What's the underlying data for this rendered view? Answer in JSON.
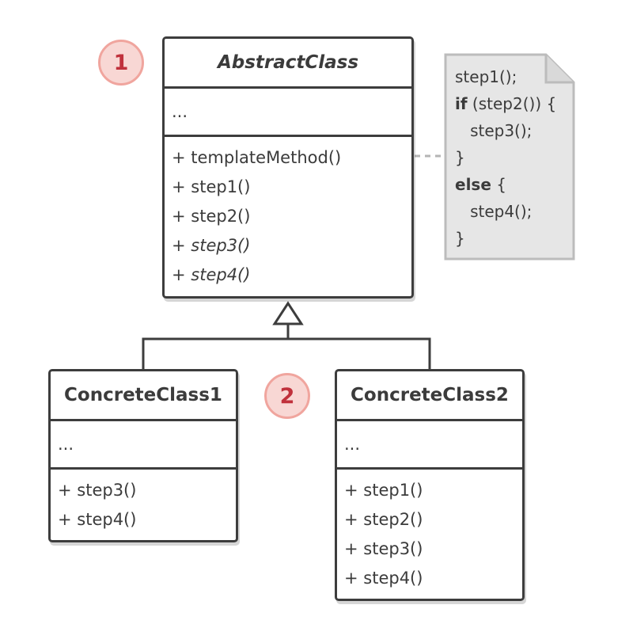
{
  "abstract_class": {
    "name": "AbstractClass",
    "fields": "...",
    "methods": [
      "+ templateMethod()",
      "+ step1()",
      "+ step2()",
      "+ step3()",
      "+ step4()"
    ]
  },
  "concrete_class_1": {
    "name": "ConcreteClass1",
    "fields": "...",
    "methods": [
      "+ step3()",
      "+ step4()"
    ]
  },
  "concrete_class_2": {
    "name": "ConcreteClass2",
    "fields": "...",
    "methods": [
      "+ step1()",
      "+ step2()",
      "+ step3()",
      "+ step4()"
    ]
  },
  "badges": {
    "badge_1": "1",
    "badge_2": "2"
  },
  "note": {
    "line1": "step1();",
    "line2_kw": "if",
    "line2_rest": " (step2()) {",
    "line3": "   step3();",
    "line4": "}",
    "line5_kw": "else",
    "line5_rest": " {",
    "line6": "   step4();",
    "line7": "}"
  },
  "colors": {
    "border": "#3d3d3d",
    "badge_fill": "#f8d7d4",
    "badge_border": "#f0a59e",
    "badge_text": "#c0313c",
    "note_fill": "#e6e6e6",
    "note_border": "#bcbcbc"
  }
}
